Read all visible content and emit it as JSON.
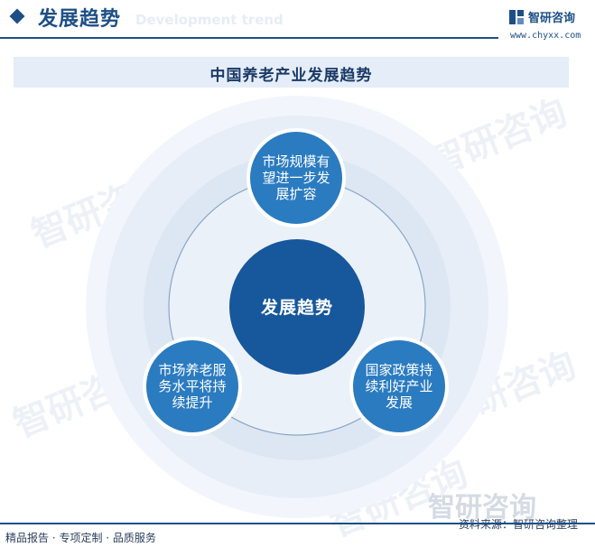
{
  "header": {
    "title": "发展趋势",
    "subtitle": "Development trend",
    "brand_name": "智研咨询",
    "brand_url": "www.chyxx.com"
  },
  "chart_title": "中国养老产业发展趋势",
  "diagram": {
    "center": "发展趋势",
    "nodes": [
      {
        "lines": [
          "市场规模有",
          "望进一步发",
          "展扩容"
        ]
      },
      {
        "lines": [
          "市场养老服",
          "务水平将持",
          "续提升"
        ]
      },
      {
        "lines": [
          "国家政策持",
          "续利好产业",
          "发展"
        ]
      }
    ]
  },
  "watermark_text": "智研咨询",
  "footer": {
    "tagline": "精品报告 · 专项定制 · 品质服务",
    "source": "资料来源：智研咨询整理",
    "logo_text": "智研咨询"
  },
  "colors": {
    "primary": "#1d4f86",
    "node_fill": "#2b7bc0",
    "center_fill": "#17579b",
    "ring_light": "#eef3fb",
    "ring_mid": "#e2ebf7",
    "ring_inner": "#d6e3f3",
    "band": "#e4edf8"
  }
}
